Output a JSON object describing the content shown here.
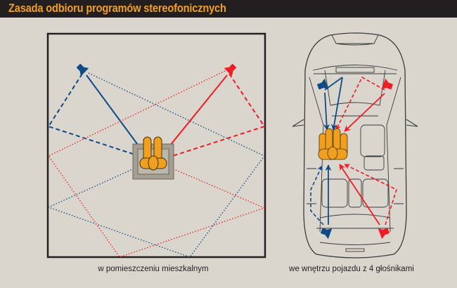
{
  "header": {
    "title": "Zasada odbioru programów stereofonicznych"
  },
  "captions": {
    "room": "w pomieszczeniu mieszkalnym",
    "car": "we wnętrzu pojazdu z 4 głośnikami"
  },
  "colors": {
    "left_channel": "#0d4a86",
    "right_channel": "#ee1c24",
    "listener": "#f0a020",
    "header_bg": "#231f20",
    "title": "#f0a028"
  }
}
